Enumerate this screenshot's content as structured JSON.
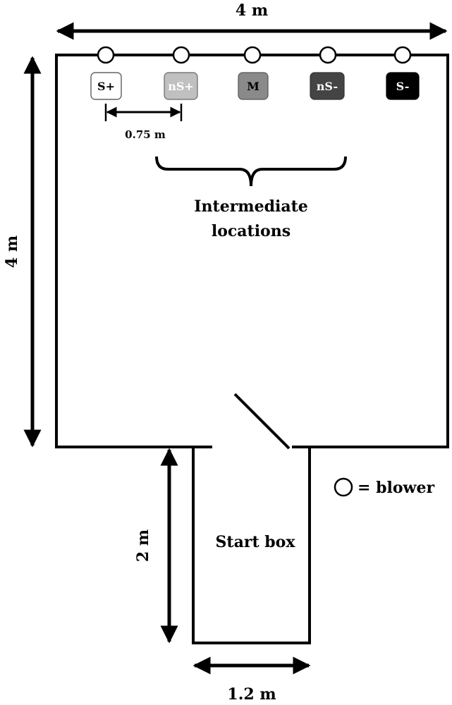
{
  "dimensions": {
    "top_width": "4 m",
    "side_height": "4 m",
    "spacing": "0.75 m",
    "start_box_length": "2 m",
    "start_box_width": "1.2 m"
  },
  "locations": [
    {
      "label": "S+",
      "fill": "#ffffff",
      "text_color": "#000000"
    },
    {
      "label": "nS+",
      "fill": "#c0c0c0",
      "text_color": "#ffffff"
    },
    {
      "label": "M",
      "fill": "#8a8a8a",
      "text_color": "#000000"
    },
    {
      "label": "nS-",
      "fill": "#444444",
      "text_color": "#ffffff"
    },
    {
      "label": "S-",
      "fill": "#000000",
      "text_color": "#ffffff"
    }
  ],
  "intermediate_label": [
    "Intermediate",
    "locations"
  ],
  "start_box_label": "Start box",
  "legend": {
    "icon": "blower-circle-icon",
    "text": "= blower"
  }
}
